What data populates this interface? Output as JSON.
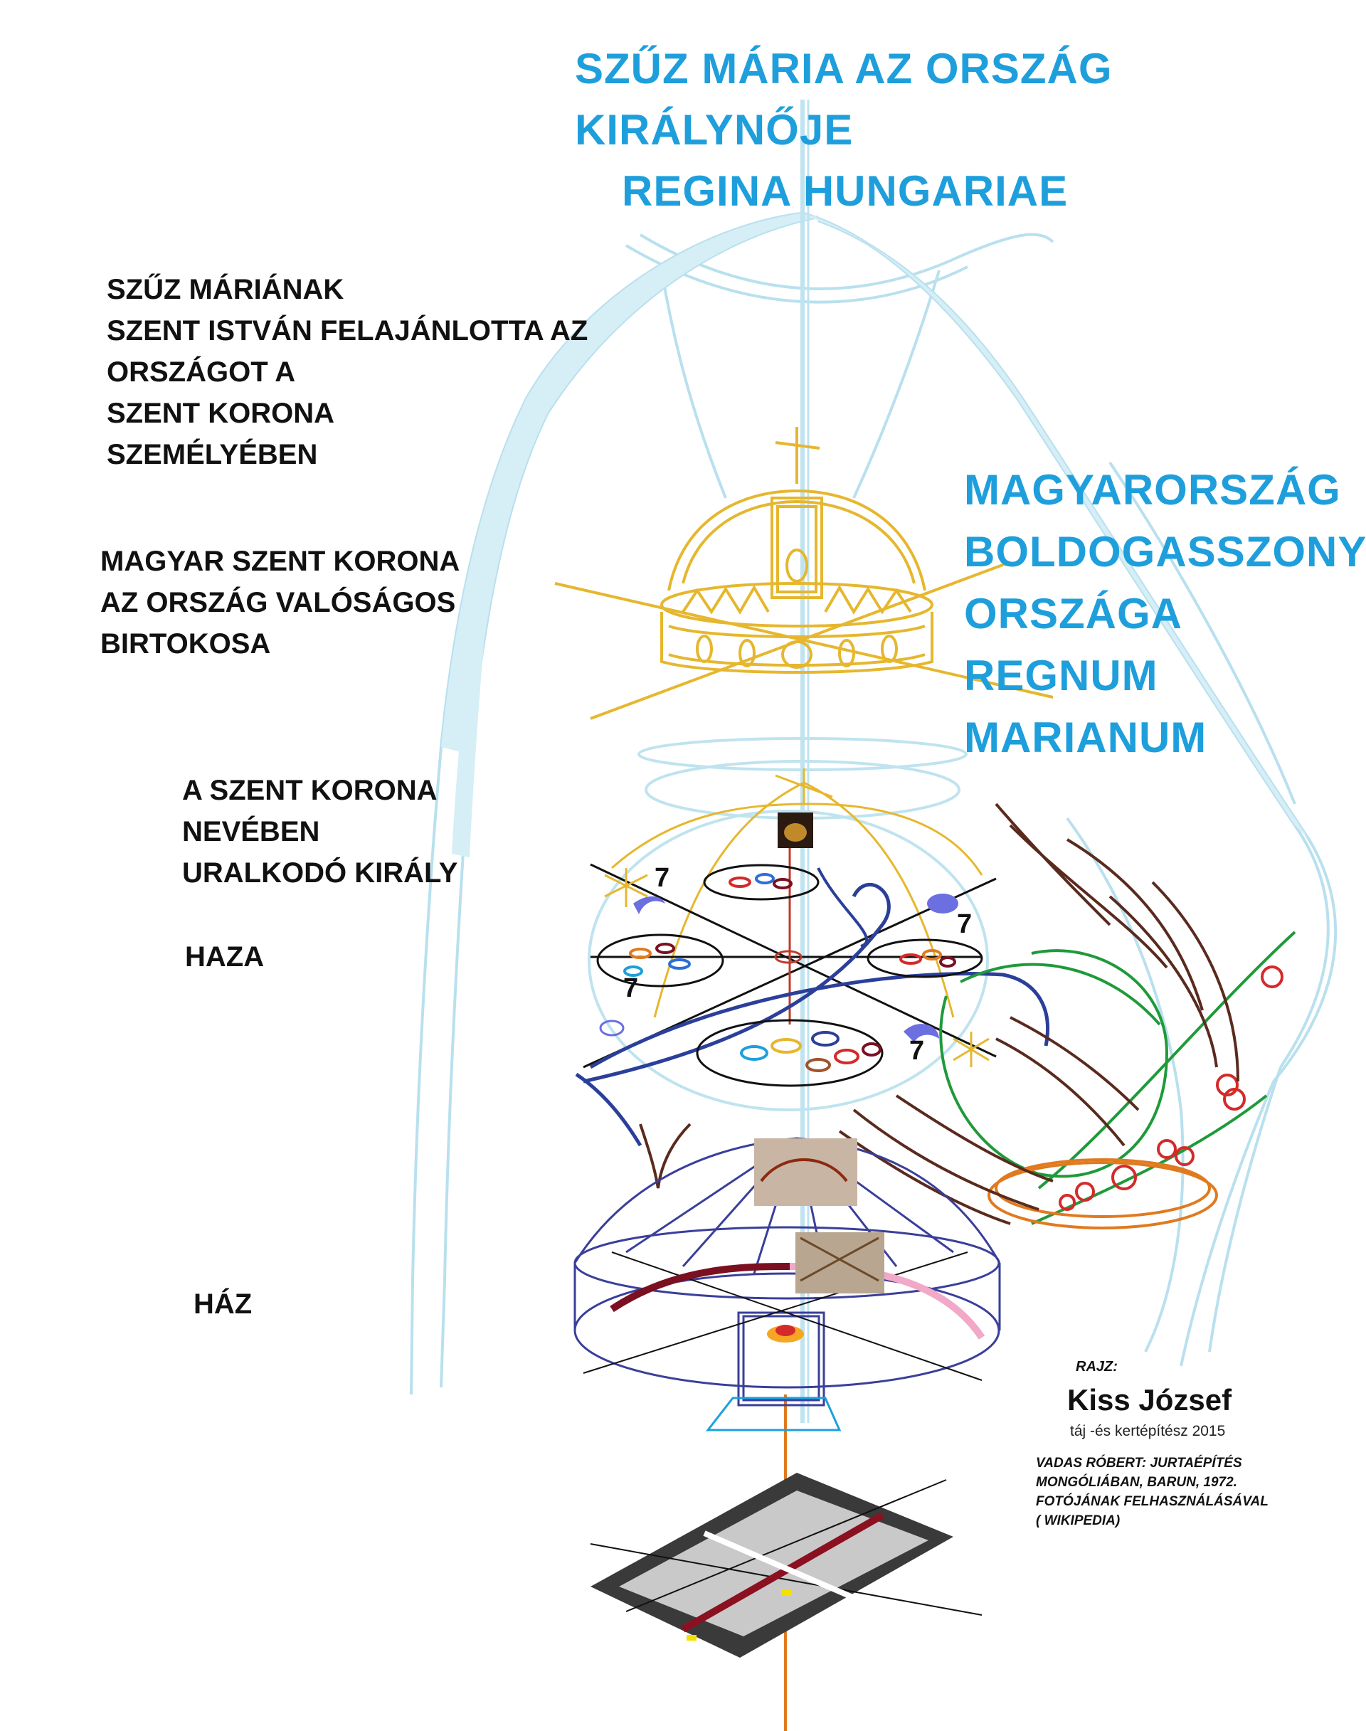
{
  "title": {
    "lines": [
      "SZŰZ MÁRIA AZ ORSZÁG",
      "KIRÁLYNŐJE",
      "REGINA HUNGARIAE"
    ]
  },
  "right_heading": {
    "lines": [
      "MAGYARORSZÁG",
      "BOLDOGASSZONY",
      "ORSZÁGA",
      "REGNUM",
      "MARIANUM"
    ]
  },
  "left_labels": {
    "offering": [
      "SZŰZ MÁRIÁNAK",
      "SZENT ISTVÁN FELAJÁNLOTTA AZ",
      "ORSZÁGOT A",
      "SZENT KORONA",
      "SZEMÉLYÉBEN"
    ],
    "owner": [
      "MAGYAR SZENT KORONA",
      "AZ ORSZÁG VALÓSÁGOS",
      "BIRTOKOSA"
    ],
    "king": [
      "A SZENT KORONA",
      "NEVÉBEN",
      "URALKODÓ KIRÁLY"
    ],
    "homeland": "HAZA",
    "house": "HÁZ"
  },
  "sevens": [
    "7",
    "7",
    "7",
    "7"
  ],
  "credits": {
    "drawing_label": "RAJZ:",
    "author": "Kiss József",
    "role": "táj -és kertépítész 2015",
    "photo_lines": [
      "VADAS RÓBERT: JURTAÉPÍTÉS",
      "MONGÓLIÁBAN, BARUN, 1972.",
      "FOTÓJÁNAK FELHASZNÁLÁSÁVAL",
      "( WIKIPEDIA)"
    ]
  },
  "colors": {
    "title_blue": "#1e9fdc",
    "mantle_blue": "#b9e0ee",
    "crown_gold": "#e6b72e",
    "globe_blue": "#2b3f9a",
    "axis_orange": "#e07a1f",
    "green": "#1f9a3a",
    "red": "#d42a2a",
    "brown": "#5a2a1e",
    "yurt_navy": "#3a3f9a",
    "maroon": "#7a1020",
    "pink": "#f2a8c8"
  }
}
